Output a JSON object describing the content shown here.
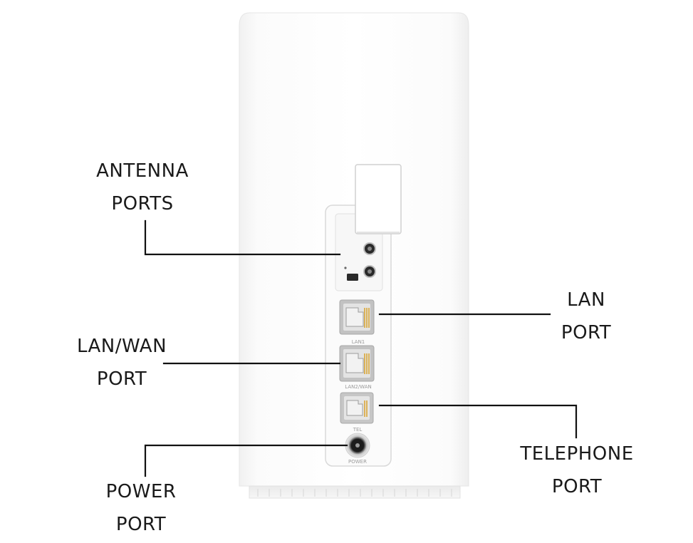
{
  "labels": {
    "antenna": [
      "ANTENNA",
      "PORTS"
    ],
    "lan_wan": [
      "LAN/WAN",
      "PORT"
    ],
    "power": [
      "POWER",
      "PORT"
    ],
    "lan": [
      "LAN",
      "PORT"
    ],
    "telephone": [
      "TELEPHONE",
      "PORT"
    ]
  },
  "port_markings": {
    "lan1": "LAN1",
    "lan2wan": "LAN2/WAN",
    "tel": "TEL",
    "power": "POWER"
  },
  "colors": {
    "body": "#fdfdfd",
    "body_edge": "#e4e4e4",
    "leader_line": "#111111",
    "text": "#1a1a1a"
  }
}
